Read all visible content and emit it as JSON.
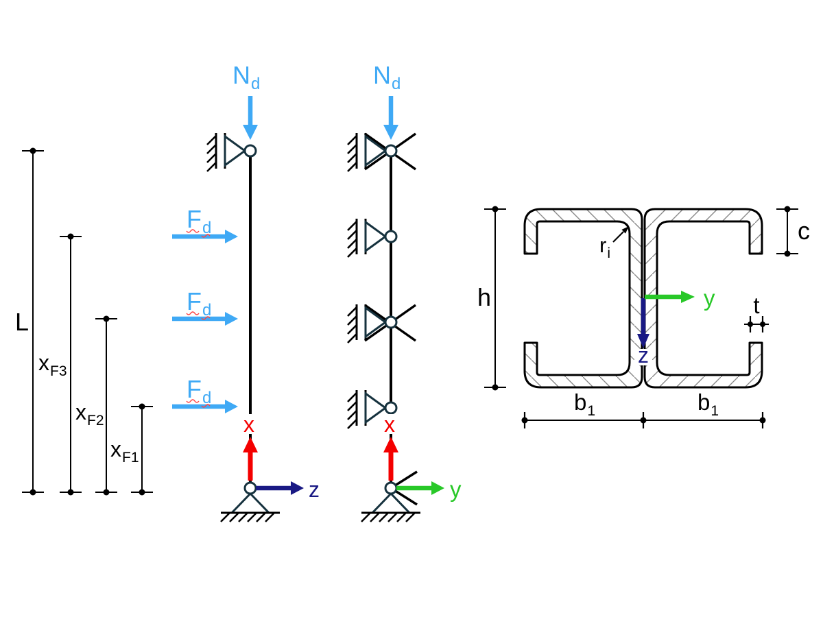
{
  "colors": {
    "load_blue": "#3fa9f5",
    "axis_red": "#f40000",
    "axis_green": "#28c828",
    "axis_navy": "#191984",
    "structure": "#16323e",
    "squiggle_red": "#ff4040",
    "hatch_gray": "#8a8a8a"
  },
  "loads": {
    "axial": {
      "symbol": "N",
      "subscript": "d"
    },
    "lateral": {
      "symbol": "F",
      "subscript": "d"
    }
  },
  "axes": {
    "longitudinal": "x",
    "strong": "y",
    "weak": "z"
  },
  "length_dimensions": {
    "total": {
      "symbol": "L"
    },
    "f3": {
      "symbol": "x",
      "subscript": "F3"
    },
    "f2": {
      "symbol": "x",
      "subscript": "F2"
    },
    "f1": {
      "symbol": "x",
      "subscript": "F1"
    }
  },
  "section_dimensions": {
    "height": {
      "symbol": "h"
    },
    "lip": {
      "symbol": "c"
    },
    "thickness": {
      "symbol": "t"
    },
    "flange_width": {
      "symbol": "b",
      "subscript": "1"
    },
    "inner_radius": {
      "symbol": "r",
      "subscript": "i"
    }
  }
}
